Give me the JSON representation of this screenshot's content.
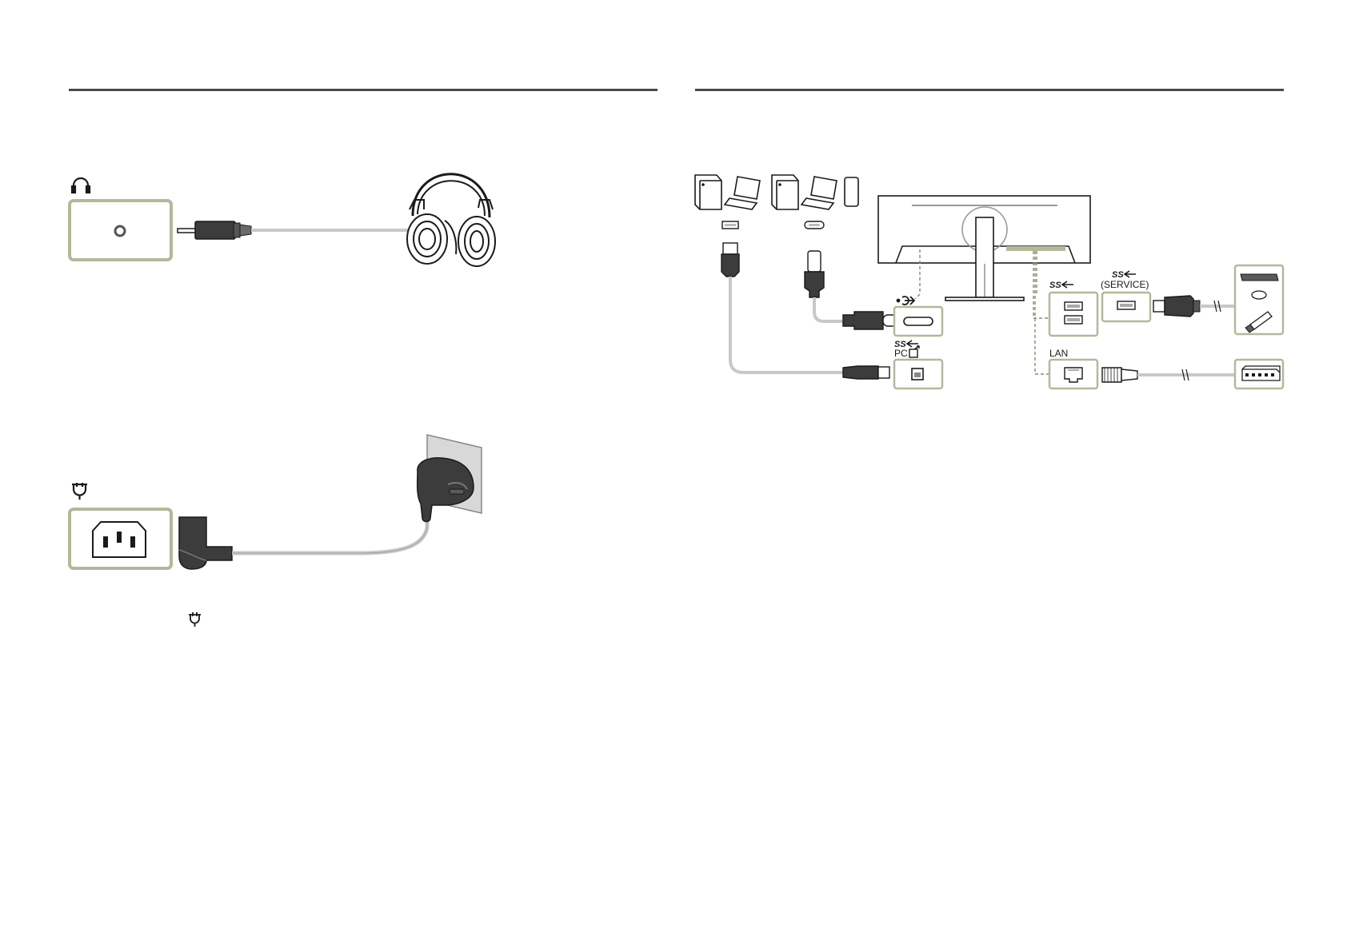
{
  "labels": {
    "lan": "LAN",
    "service": "(SERVICE)",
    "pc": "PC"
  },
  "icons": {
    "headphone_port": "headphone-icon",
    "power_port": "power-plug-icon",
    "power_note": "power-plug-icon",
    "usb_superspeed": "usb-superspeed-icon",
    "usb_c_display": "usb-c-display-icon",
    "pc_upstream": "pc-upstream-icon"
  },
  "colors": {
    "port_frame": "#b4b89a",
    "cable": "#c8c8c8",
    "connector": "#3c3c3c",
    "line": "#1a1a1a",
    "dashed_leader": "#8a8a6a",
    "rule": "#4a4a4a"
  }
}
